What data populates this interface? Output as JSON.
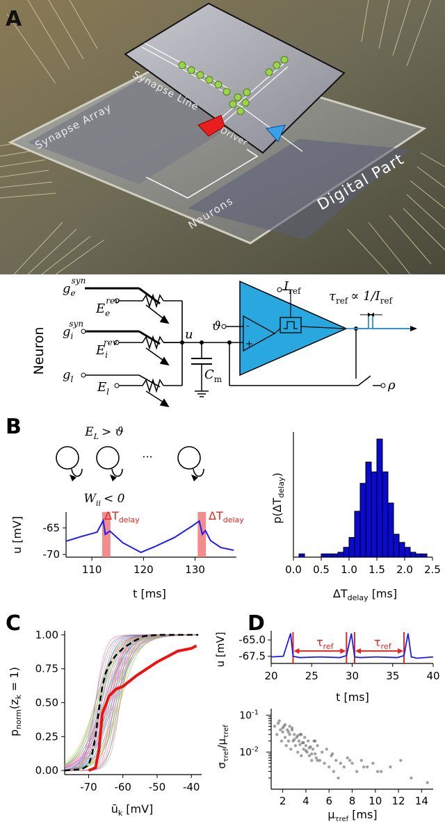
{
  "panelA": {
    "letter": "A",
    "chip_labels": {
      "synapse_array": "Synapse Array",
      "synapse_line": "Synapse Line",
      "driver": "Driver",
      "neurons": "Neurons",
      "digital_part": "Digital Part"
    },
    "circuit": {
      "side_label": "Neuron",
      "g_e": "g",
      "g_e_sub": "e",
      "g_e_sup": "syn",
      "E_e": "E",
      "E_e_sub": "e",
      "E_e_sup": "rev",
      "g_i": "g",
      "g_i_sub": "i",
      "g_i_sup": "syn",
      "E_i": "E",
      "E_i_sub": "i",
      "E_i_sup": "rev",
      "g_l": "g",
      "g_l_sub": "l",
      "E_l": "E",
      "E_l_sub": "l",
      "u": "u",
      "theta": "ϑ",
      "C": "C",
      "C_sub": "m",
      "I": "I",
      "I_sub": "ref",
      "tau_expr": "∝ 1/I",
      "tau": "τ",
      "tau_sub": "ref",
      "rho": "ρ",
      "minus": "-",
      "plus": "+"
    }
  },
  "panelB": {
    "letter": "B",
    "condition_top": "E",
    "condition_top_sub": "L",
    "condition_top_rel": "> ϑ",
    "condition_bottom": "W",
    "condition_bottom_sub": "ii",
    "condition_bottom_rel": "< 0",
    "dots": "···",
    "delay_label": "ΔT",
    "delay_label_sub": "delay",
    "trace": {
      "xlabel": "t [ms]",
      "ylabel": "u [mV]",
      "xticks": [
        "110",
        "120",
        "130"
      ],
      "yticks": [
        "-65",
        "-70"
      ]
    },
    "hist": {
      "xlabel": "ΔT",
      "xlabel_sub": "delay",
      "xlabel_unit": "[ms]",
      "ylabel": "p(ΔT",
      "ylabel_sub": "delay",
      "ylabel_close": ")",
      "xticks": [
        "0.0",
        "0.5",
        "1.0",
        "1.5",
        "2.0",
        "2.5"
      ]
    }
  },
  "panelC": {
    "letter": "C",
    "ylabel": "p",
    "ylabel_sub": "norm",
    "ylabel_rest": "(z",
    "ylabel_rest_sub": "k",
    "ylabel_tail": " = 1)",
    "xlabel": "ū",
    "xlabel_sub": "k",
    "xlabel_unit": "[mV]",
    "xticks": [
      "-70",
      "-60",
      "-50",
      "-40"
    ],
    "yticks": [
      "0.00",
      "0.25",
      "0.50",
      "0.75",
      "1.00"
    ]
  },
  "panelD": {
    "letter": "D",
    "top": {
      "ylabel": "u [mV]",
      "xlabel": "t [ms]",
      "yticks": [
        "-65.0",
        "-67.5"
      ],
      "xticks": [
        "20",
        "25",
        "30",
        "35",
        "40"
      ],
      "tau": "τ",
      "tau_sub": "ref"
    },
    "bottom": {
      "xlabel": "μ",
      "xlabel_sub": "τref",
      "xlabel_unit": "[ms]",
      "ylabel": "σ",
      "ylabel_sub": "τref",
      "ylabel_slash": "/μ",
      "ylabel_sub2": "τref",
      "xticks": [
        "2",
        "4",
        "6",
        "8",
        "10",
        "12",
        "14"
      ],
      "yticks": [
        "10",
        "10"
      ],
      "ytick_exps": [
        "-1",
        "-2"
      ]
    }
  },
  "chart_data": [
    {
      "type": "line",
      "panel": "B-trace",
      "xlabel": "t [ms]",
      "ylabel": "u [mV]",
      "xlim": [
        105,
        138
      ],
      "ylim": [
        -70.5,
        -62
      ],
      "x": [
        105,
        108,
        111,
        112.2,
        112.6,
        113.5,
        116,
        119.5,
        122,
        126,
        129.5,
        130.8,
        131.4,
        132,
        133,
        135,
        137.5
      ],
      "y": [
        -67.5,
        -66.6,
        -65.8,
        -63.6,
        -66.2,
        -65.6,
        -67.8,
        -69.6,
        -68.6,
        -66.8,
        -64.6,
        -63.7,
        -66.2,
        -65.5,
        -67.4,
        -68.7,
        -69.2
      ],
      "delay_windows": [
        [
          112,
          113.6
        ],
        [
          130.5,
          132.1
        ]
      ]
    },
    {
      "type": "bar",
      "panel": "B-hist",
      "xlabel": "ΔT_delay [ms]",
      "ylabel": "p(ΔT_delay)",
      "bin_width": 0.1,
      "bin_starts": [
        0.1,
        0.2,
        0.3,
        0.4,
        0.5,
        0.6,
        0.7,
        0.8,
        0.9,
        1.0,
        1.1,
        1.2,
        1.3,
        1.4,
        1.5,
        1.6,
        1.7,
        1.8,
        1.9,
        2.0,
        2.1,
        2.2,
        2.3
      ],
      "values": [
        2,
        0,
        0,
        0,
        2,
        2,
        2,
        3,
        6,
        12,
        28,
        45,
        58,
        52,
        72,
        52,
        33,
        14,
        9,
        6,
        3,
        2,
        2
      ],
      "xlim": [
        0,
        2.5
      ]
    },
    {
      "type": "line",
      "panel": "C",
      "xlabel": "ū_k [mV]",
      "ylabel": "p_norm(z_k = 1)",
      "xlim": [
        -77,
        -37
      ],
      "ylim": [
        -0.03,
        1.03
      ],
      "series": [
        {
          "style": "red-thick",
          "x": [
            -70,
            -68,
            -67,
            -66,
            -64,
            -62,
            -60,
            -58,
            -56,
            -53,
            -50,
            -47,
            -44,
            -40,
            -38.5
          ],
          "y": [
            0,
            0.02,
            0.15,
            0.42,
            0.55,
            0.6,
            0.62,
            0.66,
            0.7,
            0.75,
            0.8,
            0.84,
            0.88,
            0.9,
            0.92
          ]
        },
        {
          "style": "black-dashed",
          "x": [
            -77,
            -72,
            -70,
            -69,
            -68,
            -67,
            -66,
            -65,
            -64,
            -62,
            -60,
            -57,
            -54,
            -50,
            -45,
            -40,
            -38
          ],
          "y": [
            0,
            0.01,
            0.04,
            0.12,
            0.25,
            0.45,
            0.62,
            0.72,
            0.78,
            0.85,
            0.9,
            0.95,
            0.99,
            1,
            1,
            1,
            1
          ]
        }
      ]
    },
    {
      "type": "line",
      "panel": "D-top",
      "xlabel": "t [ms]",
      "ylabel": "u [mV]",
      "xlim": [
        20,
        40
      ],
      "ylim": [
        -68.6,
        -63.6
      ],
      "x": [
        20,
        21.5,
        22.4,
        22.7,
        23.5,
        26,
        28.5,
        29.3,
        29.9,
        30.3,
        31,
        33,
        35.6,
        36.4,
        36.9,
        37.3,
        38,
        40
      ],
      "y": [
        -67.6,
        -67.5,
        -64,
        -67.5,
        -67.7,
        -67.6,
        -67.7,
        -67.4,
        -64,
        -67.6,
        -67.7,
        -67.6,
        -67.7,
        -67.4,
        -64,
        -67.6,
        -67.8,
        -67.6
      ],
      "refractory_windows": [
        [
          22.7,
          29.3
        ],
        [
          30.3,
          36.4
        ]
      ]
    },
    {
      "type": "scatter",
      "panel": "D-bottom",
      "xlabel": "μ_τref [ms]",
      "ylabel": "σ_τref/μ_τref",
      "xlim": [
        1,
        15
      ],
      "yscale": "log",
      "ylim": [
        0.001,
        0.15
      ],
      "x": [
        1.3,
        1.5,
        1.6,
        1.8,
        1.9,
        2.0,
        2.1,
        2.2,
        2.3,
        2.4,
        2.5,
        2.6,
        2.7,
        2.8,
        2.9,
        3.0,
        3.1,
        3.2,
        3.3,
        3.4,
        3.5,
        3.6,
        3.7,
        3.8,
        3.9,
        4.0,
        4.1,
        4.2,
        4.3,
        4.4,
        4.5,
        4.6,
        4.7,
        4.8,
        4.9,
        5.0,
        5.2,
        5.4,
        5.6,
        5.8,
        6.0,
        6.2,
        6.4,
        6.6,
        6.8,
        7.0,
        7.3,
        7.6,
        8.0,
        8.4,
        8.8,
        9.3,
        9.8,
        10.5,
        11.3,
        12.2,
        13.1,
        14.5,
        2.0,
        2.5,
        3.0,
        3.5,
        4.0,
        4.5,
        5.0,
        2.2,
        2.8,
        3.3,
        3.8,
        4.3,
        1.7,
        2.6,
        3.6,
        4.8,
        6.3,
        7.8,
        9.0,
        10.2
      ],
      "y": [
        0.05,
        0.03,
        0.06,
        0.04,
        0.02,
        0.035,
        0.05,
        0.025,
        0.015,
        0.04,
        0.02,
        0.03,
        0.012,
        0.045,
        0.02,
        0.03,
        0.015,
        0.025,
        0.01,
        0.02,
        0.03,
        0.008,
        0.018,
        0.012,
        0.025,
        0.015,
        0.01,
        0.02,
        0.008,
        0.014,
        0.006,
        0.012,
        0.02,
        0.009,
        0.007,
        0.015,
        0.006,
        0.01,
        0.005,
        0.012,
        0.004,
        0.008,
        0.003,
        0.006,
        0.002,
        0.005,
        0.004,
        0.007,
        0.005,
        0.003,
        0.006,
        0.004,
        0.005,
        0.003,
        0.004,
        0.006,
        0.002,
        0.0015,
        0.045,
        0.035,
        0.022,
        0.016,
        0.011,
        0.009,
        0.006,
        0.055,
        0.04,
        0.028,
        0.018,
        0.013,
        0.07,
        0.05,
        0.03,
        0.02,
        0.009,
        0.006,
        0.004,
        0.003
      ]
    }
  ]
}
